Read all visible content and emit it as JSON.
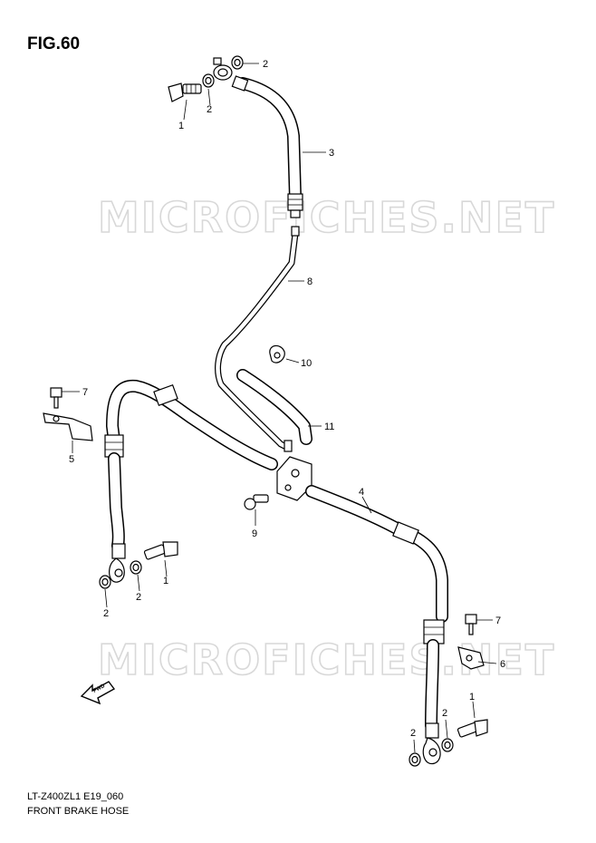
{
  "figure": {
    "title": "FIG.60",
    "code": "LT-Z400ZL1 E19_060",
    "caption": "FRONT BRAKE HOSE"
  },
  "watermark": "MICROFICHES.NET",
  "fwd_label": "FWD",
  "callouts": {
    "c1": "1",
    "c2": "2",
    "c3": "3",
    "c4": "8",
    "c5": "10",
    "c6": "11",
    "c7": "7",
    "c8": "5",
    "c9": "4",
    "c10": "9",
    "c11": "2",
    "c12": "1",
    "c13": "2",
    "c14": "7",
    "c15": "6",
    "c16": "1",
    "c17": "2",
    "c18": "2",
    "c19": "2"
  }
}
